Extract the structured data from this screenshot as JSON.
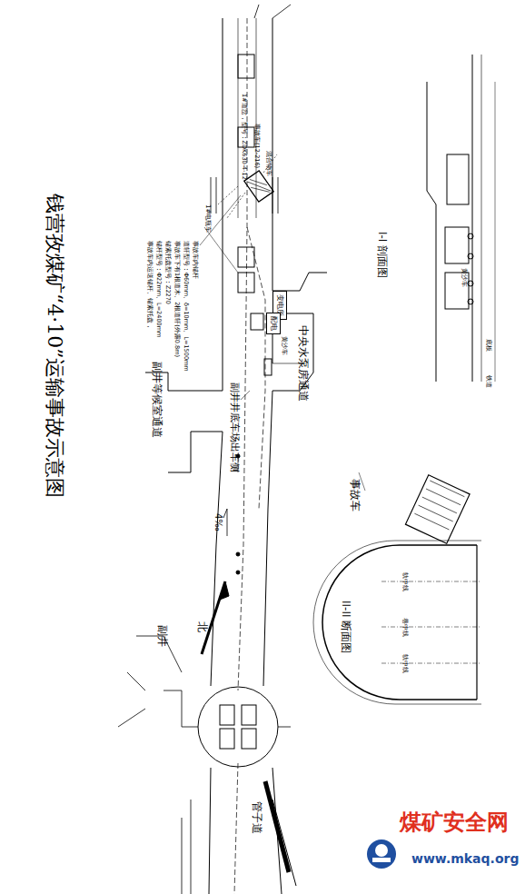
{
  "diagram": {
    "title": "钱营孜煤矿“4·10”运输事故示意图",
    "nodes": [
      {
        "text": [
          "变电所"
        ]
      },
      {
        "text": [
          "配电"
        ]
      }
    ],
    "labels": [
      "副井",
      "管子道",
      "北",
      "副井等候室通道",
      "4‰",
      "副井井底车场出车侧",
      "中央水泵房通道",
      "1#电瓶车",
      "事故车内运送锚杆、锚索托盘，",
      "锚杆型号：Φ22mm、L=2400mm",
      "锚索托盘型号：Z2270",
      "事故车下有1根道木、2根道轩(外露0.8m)",
      "道轩型号：Φ60mm、δ=10mm、L=1500mm",
      "事故车内锚杆",
      "1#道岔，型号：ZDK630-4-12",
      "事故车(12-216)",
      "混合物车",
      "黄沙车",
      "II-II 断面图",
      "事故车",
      "轨中线",
      "巷中线",
      "轨中线",
      "I-I 剖面图",
      "黄沙车",
      "底板",
      "铁道",
      "煤矿安全网",
      "www.mkaq.org"
    ]
  }
}
